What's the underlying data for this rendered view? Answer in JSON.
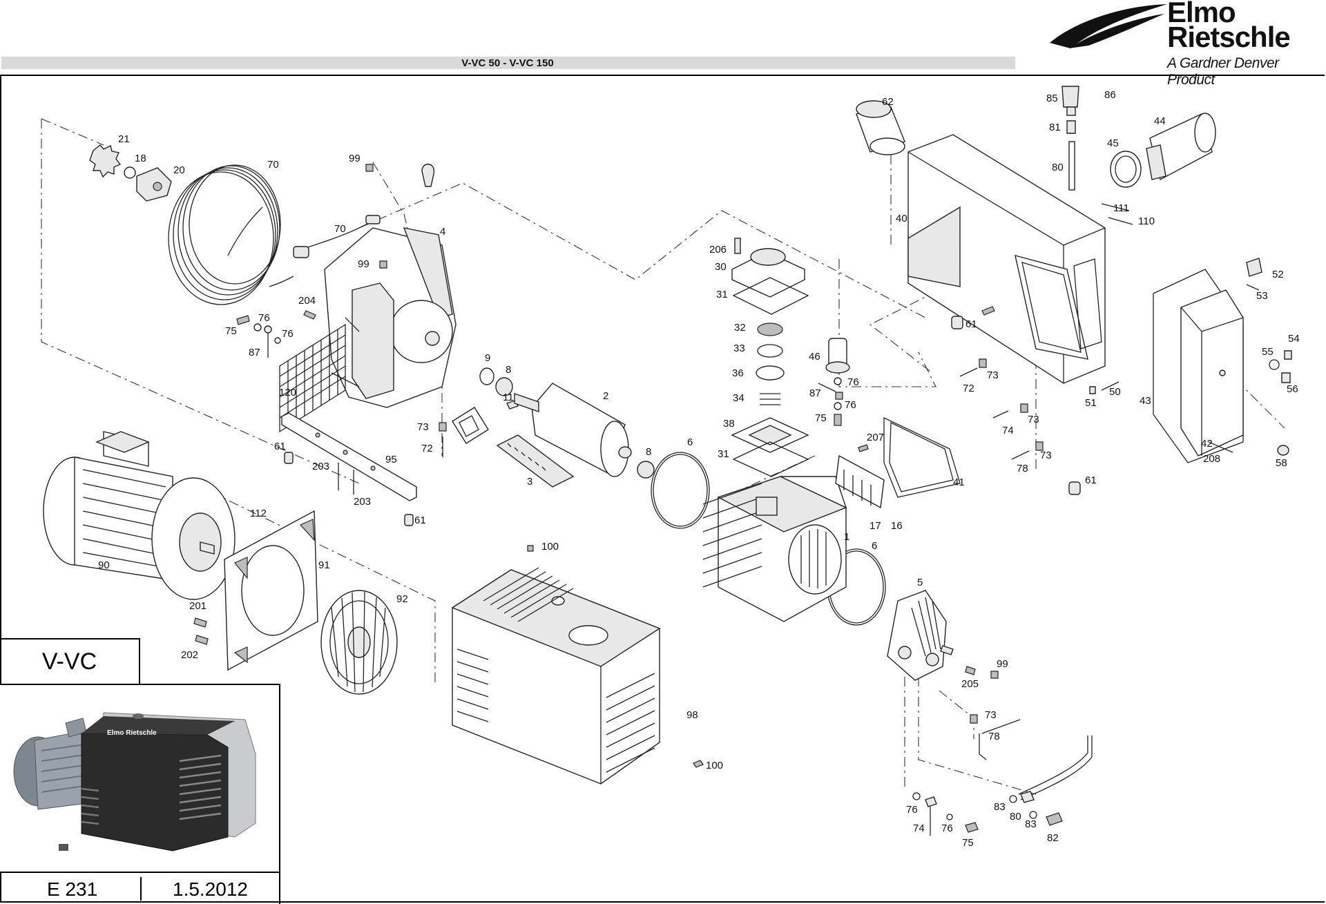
{
  "header": {
    "title": "V-VC 50  -  V-VC 150"
  },
  "brand": {
    "line1": "Elmo",
    "line2": "Rietschle",
    "tagline": "A Gardner Denver Product",
    "photo_logo": "Elmo Rietschle"
  },
  "model_box": {
    "label": "V-VC"
  },
  "doc_info": {
    "number": "E 231",
    "date": "1.5.2012"
  },
  "part_labels": [
    "21",
    "18",
    "20",
    "70",
    "70",
    "99",
    "4",
    "99",
    "204",
    "75",
    "76",
    "76",
    "87",
    "120",
    "9",
    "8",
    "2",
    "11",
    "73",
    "72",
    "3",
    "8",
    "6",
    "206",
    "30",
    "31",
    "32",
    "33",
    "36",
    "34",
    "38",
    "31",
    "46",
    "76",
    "87",
    "76",
    "75",
    "62",
    "40",
    "85",
    "86",
    "81",
    "80",
    "45",
    "44",
    "111",
    "110",
    "61",
    "73",
    "72",
    "74",
    "73",
    "78",
    "73",
    "61",
    "207",
    "41",
    "17",
    "16",
    "1",
    "6",
    "52",
    "53",
    "54",
    "55",
    "56",
    "43",
    "42",
    "208",
    "58",
    "51",
    "50",
    "61",
    "203",
    "203",
    "95",
    "61",
    "90",
    "112",
    "91",
    "201",
    "202",
    "92",
    "100",
    "98",
    "100",
    "5",
    "99",
    "205",
    "73",
    "78",
    "76",
    "74",
    "76",
    "75",
    "83",
    "80",
    "83",
    "82"
  ]
}
